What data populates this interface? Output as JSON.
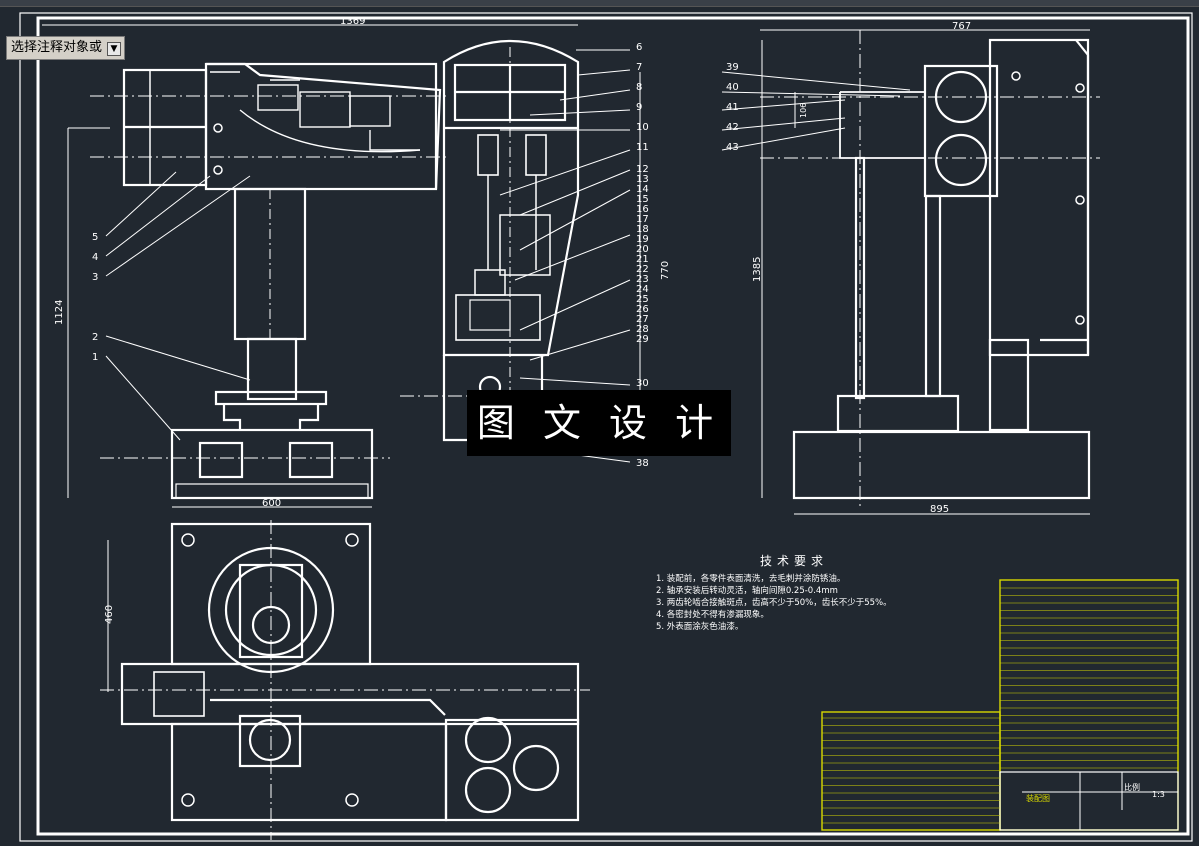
{
  "command_selector": {
    "label": "选择注释对象或"
  },
  "watermark": {
    "text": "图 文 设 计"
  },
  "dimensions": {
    "top_width": "1369",
    "right_width": "767",
    "left_height": "1124",
    "mid_height": "770",
    "right_height": "1385",
    "small_height": "106",
    "base_width": "600",
    "right_base_width": "895",
    "plan_height": "460"
  },
  "balloons_left": [
    "5",
    "4",
    "3",
    "2",
    "1"
  ],
  "balloons_mid": [
    "6",
    "7",
    "8",
    "9",
    "10",
    "11",
    "12",
    "13",
    "14",
    "15",
    "16",
    "17",
    "18",
    "19",
    "20",
    "21",
    "22",
    "23",
    "24",
    "25",
    "26",
    "27",
    "28",
    "29",
    "30",
    "38"
  ],
  "balloons_right": [
    "39",
    "40",
    "41",
    "42",
    "43"
  ],
  "tech_requirements": {
    "title": "技术要求",
    "items": [
      "1.  装配前，各零件表面清洗，去毛刺并涂防锈油。",
      "2.  轴承安装后转动灵活，轴向间隙0.25-0.4mm",
      "3.  两齿轮啮合接触斑点，齿高不少于50%，齿长不少于55%。",
      "4.  各密封处不得有渗漏现象。",
      "5.  外表面涂灰色油漆。"
    ]
  },
  "title_block": {
    "name": "装配图",
    "scale_label": "比例",
    "scale": "1:3"
  }
}
